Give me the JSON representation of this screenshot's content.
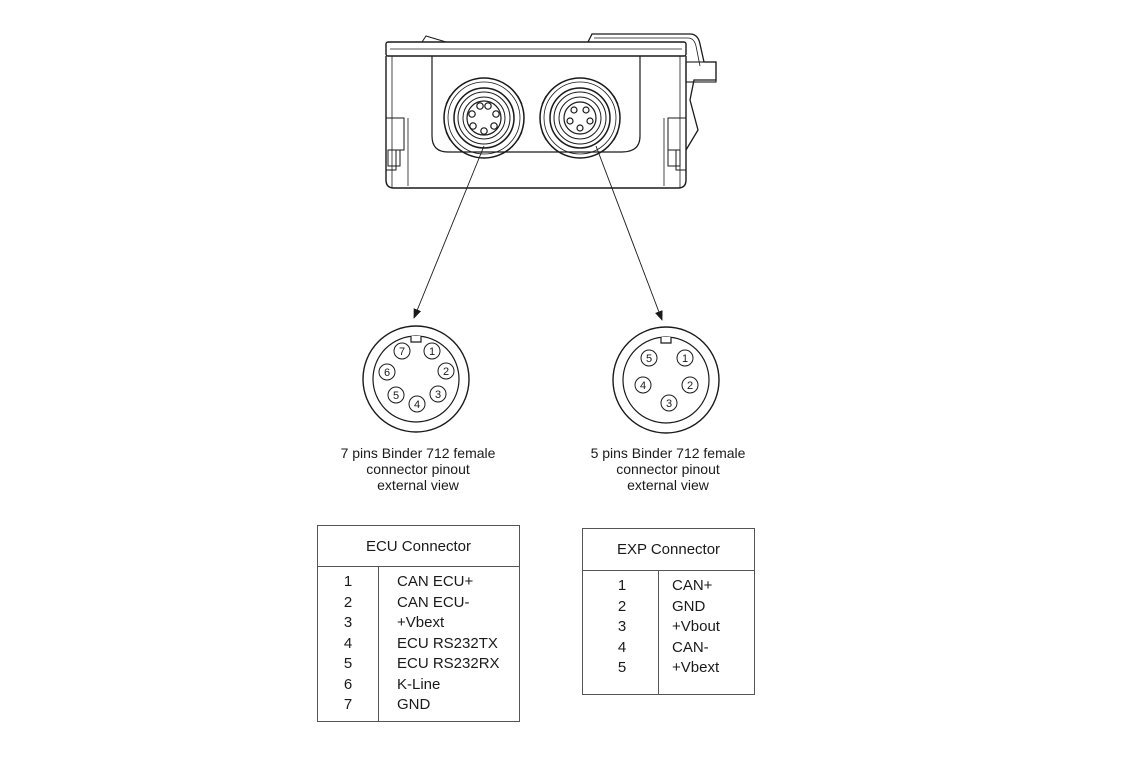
{
  "ecu_connector": {
    "pin_labels": [
      "1",
      "2",
      "3",
      "4",
      "5",
      "6",
      "7"
    ],
    "caption": [
      "7 pins Binder 712 female",
      "connector pinout",
      "external view"
    ],
    "table_title": "ECU Connector",
    "rows": [
      {
        "pin": "1",
        "signal": "CAN ECU+"
      },
      {
        "pin": "2",
        "signal": "CAN ECU-"
      },
      {
        "pin": "3",
        "signal": "+Vbext"
      },
      {
        "pin": "4",
        "signal": "ECU RS232TX"
      },
      {
        "pin": "5",
        "signal": "ECU RS232RX"
      },
      {
        "pin": "6",
        "signal": "K-Line"
      },
      {
        "pin": "7",
        "signal": "GND"
      }
    ]
  },
  "exp_connector": {
    "pin_labels": [
      "1",
      "2",
      "3",
      "4",
      "5"
    ],
    "caption": [
      "5 pins Binder 712 female",
      "connector pinout",
      "external view"
    ],
    "table_title": "EXP Connector",
    "rows": [
      {
        "pin": "1",
        "signal": "CAN+"
      },
      {
        "pin": "2",
        "signal": "GND"
      },
      {
        "pin": "3",
        "signal": "+Vbout"
      },
      {
        "pin": "4",
        "signal": "CAN-"
      },
      {
        "pin": "5",
        "signal": "+Vbext"
      }
    ]
  }
}
